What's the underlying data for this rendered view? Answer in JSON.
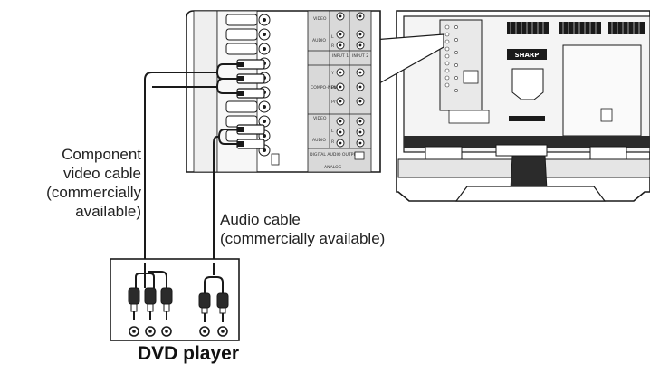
{
  "labels": {
    "component_cable": [
      "Component",
      "video cable",
      "(commercially",
      "available)"
    ],
    "audio_cable": [
      "Audio cable",
      "(commercially available)"
    ],
    "dvd_player": "DVD player"
  },
  "tv": {
    "brand": "SHARP"
  },
  "panel": {
    "video": "VIDEO",
    "audio": "AUDIO",
    "input1": "INPUT 1",
    "input2": "INPUT 2",
    "component": "COMPO-NENT",
    "digital_audio_output": "DIGITAL AUDIO OUTPUT",
    "analog": "ANALOG",
    "ch_l": "L",
    "ch_r": "R",
    "ch_y": "Y",
    "ch_pb": "Pb",
    "ch_pr": "Pr"
  },
  "colors": {
    "line": "#1a1a1a",
    "panel_gray": "#d9d9d9",
    "tv_dark": "#2b2b2b"
  }
}
